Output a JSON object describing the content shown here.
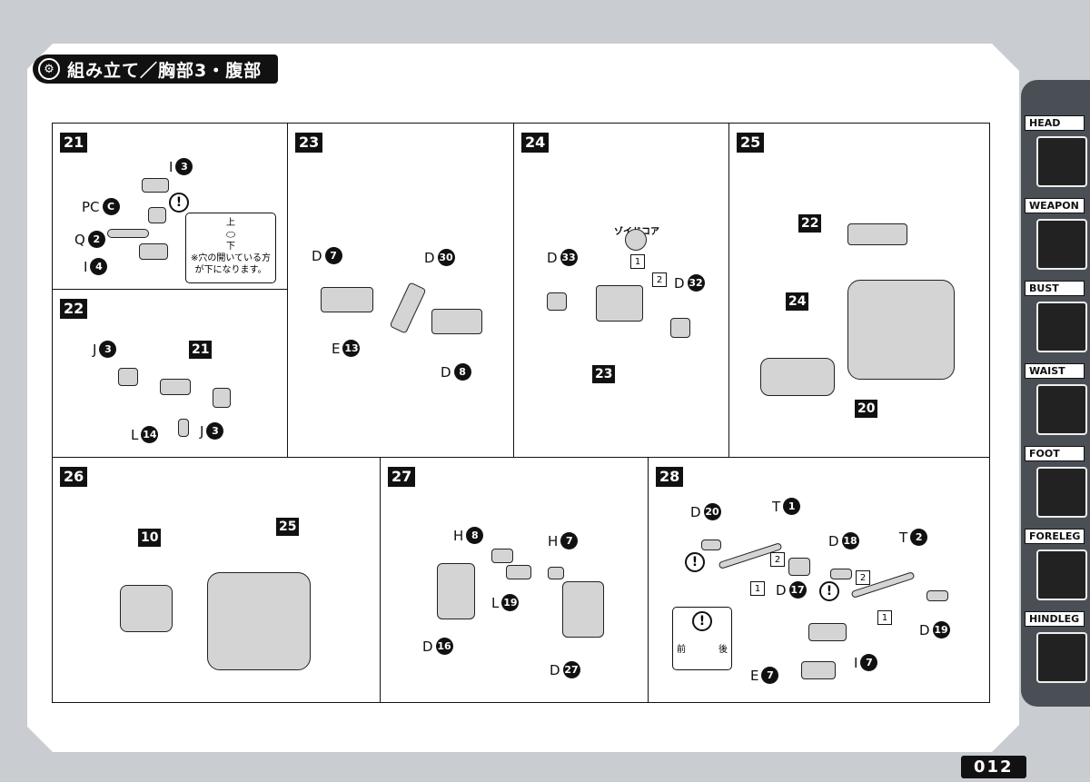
{
  "title": "組み立て／胸部3・腹部",
  "page_number": "012",
  "sidebar": [
    "HEAD",
    "WEAPON",
    "BUST",
    "WAIST",
    "FOOT",
    "FORELEG",
    "HINDLEG"
  ],
  "steps": {
    "s21": {
      "num": "21",
      "labels": [
        [
          "I",
          "3"
        ],
        [
          "PC",
          "C"
        ],
        [
          "Q",
          "2"
        ],
        [
          "I",
          "4"
        ]
      ],
      "note_top": "上",
      "note_bottom": "下",
      "note_text": "※穴の開いている方が下になります。"
    },
    "s22": {
      "num": "22",
      "labels": [
        [
          "J",
          "3"
        ],
        [
          "L",
          "14"
        ],
        [
          "J",
          "3"
        ]
      ],
      "tag": "21"
    },
    "s23": {
      "num": "23",
      "labels": [
        [
          "D",
          "7"
        ],
        [
          "D",
          "30"
        ],
        [
          "E",
          "13"
        ],
        [
          "D",
          "8"
        ]
      ]
    },
    "s24": {
      "num": "24",
      "core": "ゾイドコア",
      "labels": [
        [
          "D",
          "33"
        ],
        [
          "D",
          "32"
        ]
      ],
      "tag": "23",
      "order": [
        "1",
        "2"
      ]
    },
    "s25": {
      "num": "25",
      "tags": [
        "22",
        "24",
        "20"
      ]
    },
    "s26": {
      "num": "26",
      "tags": [
        "10",
        "25"
      ]
    },
    "s27": {
      "num": "27",
      "labels": [
        [
          "H",
          "8"
        ],
        [
          "H",
          "7"
        ],
        [
          "L",
          "19"
        ],
        [
          "D",
          "16"
        ],
        [
          "D",
          "27"
        ]
      ]
    },
    "s28": {
      "num": "28",
      "labels": [
        [
          "D",
          "20"
        ],
        [
          "T",
          "1"
        ],
        [
          "D",
          "18"
        ],
        [
          "T",
          "2"
        ],
        [
          "D",
          "17"
        ],
        [
          "D",
          "19"
        ],
        [
          "I",
          "7"
        ],
        [
          "E",
          "7"
        ]
      ],
      "front": "前",
      "back": "後",
      "order": [
        "1",
        "2"
      ]
    }
  }
}
